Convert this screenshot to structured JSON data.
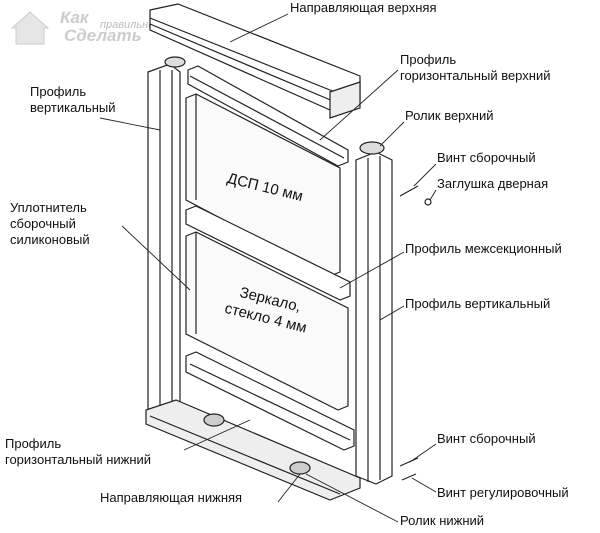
{
  "logo": {
    "line1": "Как",
    "line2": "правильно",
    "line3": "Сделать"
  },
  "panels": {
    "top_panel": "ДСП 10 мм",
    "bottom_panel_line1": "Зеркало,",
    "bottom_panel_line2": "стекло 4 мм"
  },
  "labels": {
    "top_rail": "Направляющая верхняя",
    "top_horizontal_profile_1": "Профиль",
    "top_horizontal_profile_2": "горизонтальный верхний",
    "top_roller": "Ролик верхний",
    "assembly_screw_top": "Винт сборочный",
    "door_plug": "Заглушка дверная",
    "left_vertical_profile_1": "Профиль",
    "left_vertical_profile_2": "вертикальный",
    "seal_1": "Уплотнитель",
    "seal_2": "сборочный",
    "seal_3": "силиконовый",
    "intersection_profile": "Профиль межсекционный",
    "right_vertical_profile": "Профиль вертикальный",
    "bottom_horizontal_profile_1": "Профиль",
    "bottom_horizontal_profile_2": "горизонтальный нижний",
    "assembly_screw_bottom": "Винт сборочный",
    "adjusting_screw": "Винт регулировочный",
    "bottom_rail": "Направляющая нижняя",
    "bottom_roller": "Ролик нижний"
  }
}
